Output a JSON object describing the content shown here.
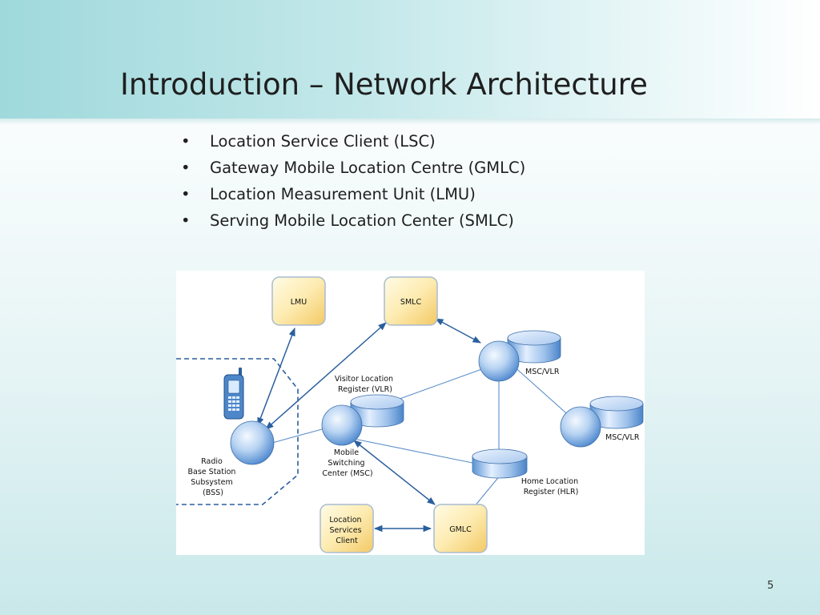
{
  "slide": {
    "title": "Introduction – Network Architecture",
    "page_number": "5",
    "bullet_symbol": "•",
    "bullets": [
      "Location Service Client (LSC)",
      "Gateway Mobile Location Centre (GMLC)",
      "Location Measurement Unit (LMU)",
      "Serving Mobile Location Center (SMLC)"
    ]
  },
  "diagram": {
    "nodes": {
      "lmu": "LMU",
      "smlc": "SMLC",
      "gmlc": "GMLC",
      "lsc": [
        "Location",
        "Services",
        "Client"
      ],
      "msc_vlr_top": "MSC/VLR",
      "msc_vlr_right": "MSC/VLR",
      "vlr": [
        "Visitor Location",
        "Register (VLR)"
      ],
      "msc": [
        "Mobile",
        "Switching",
        "Center (MSC)"
      ],
      "hlr": [
        "Home Location",
        "Register (HLR)"
      ],
      "bss": [
        "Radio",
        "Base Station",
        "Subsystem",
        "(BSS)"
      ]
    },
    "colors": {
      "link": "#2a5f9e",
      "box_fill_top": "#fffbe0",
      "box_fill_bottom": "#f6d47a",
      "box_border": "#9fb3c8",
      "sphere_light": "#eef6ff",
      "sphere_dark": "#3d7cc9",
      "dashed_border": "#2a5f9e"
    }
  }
}
